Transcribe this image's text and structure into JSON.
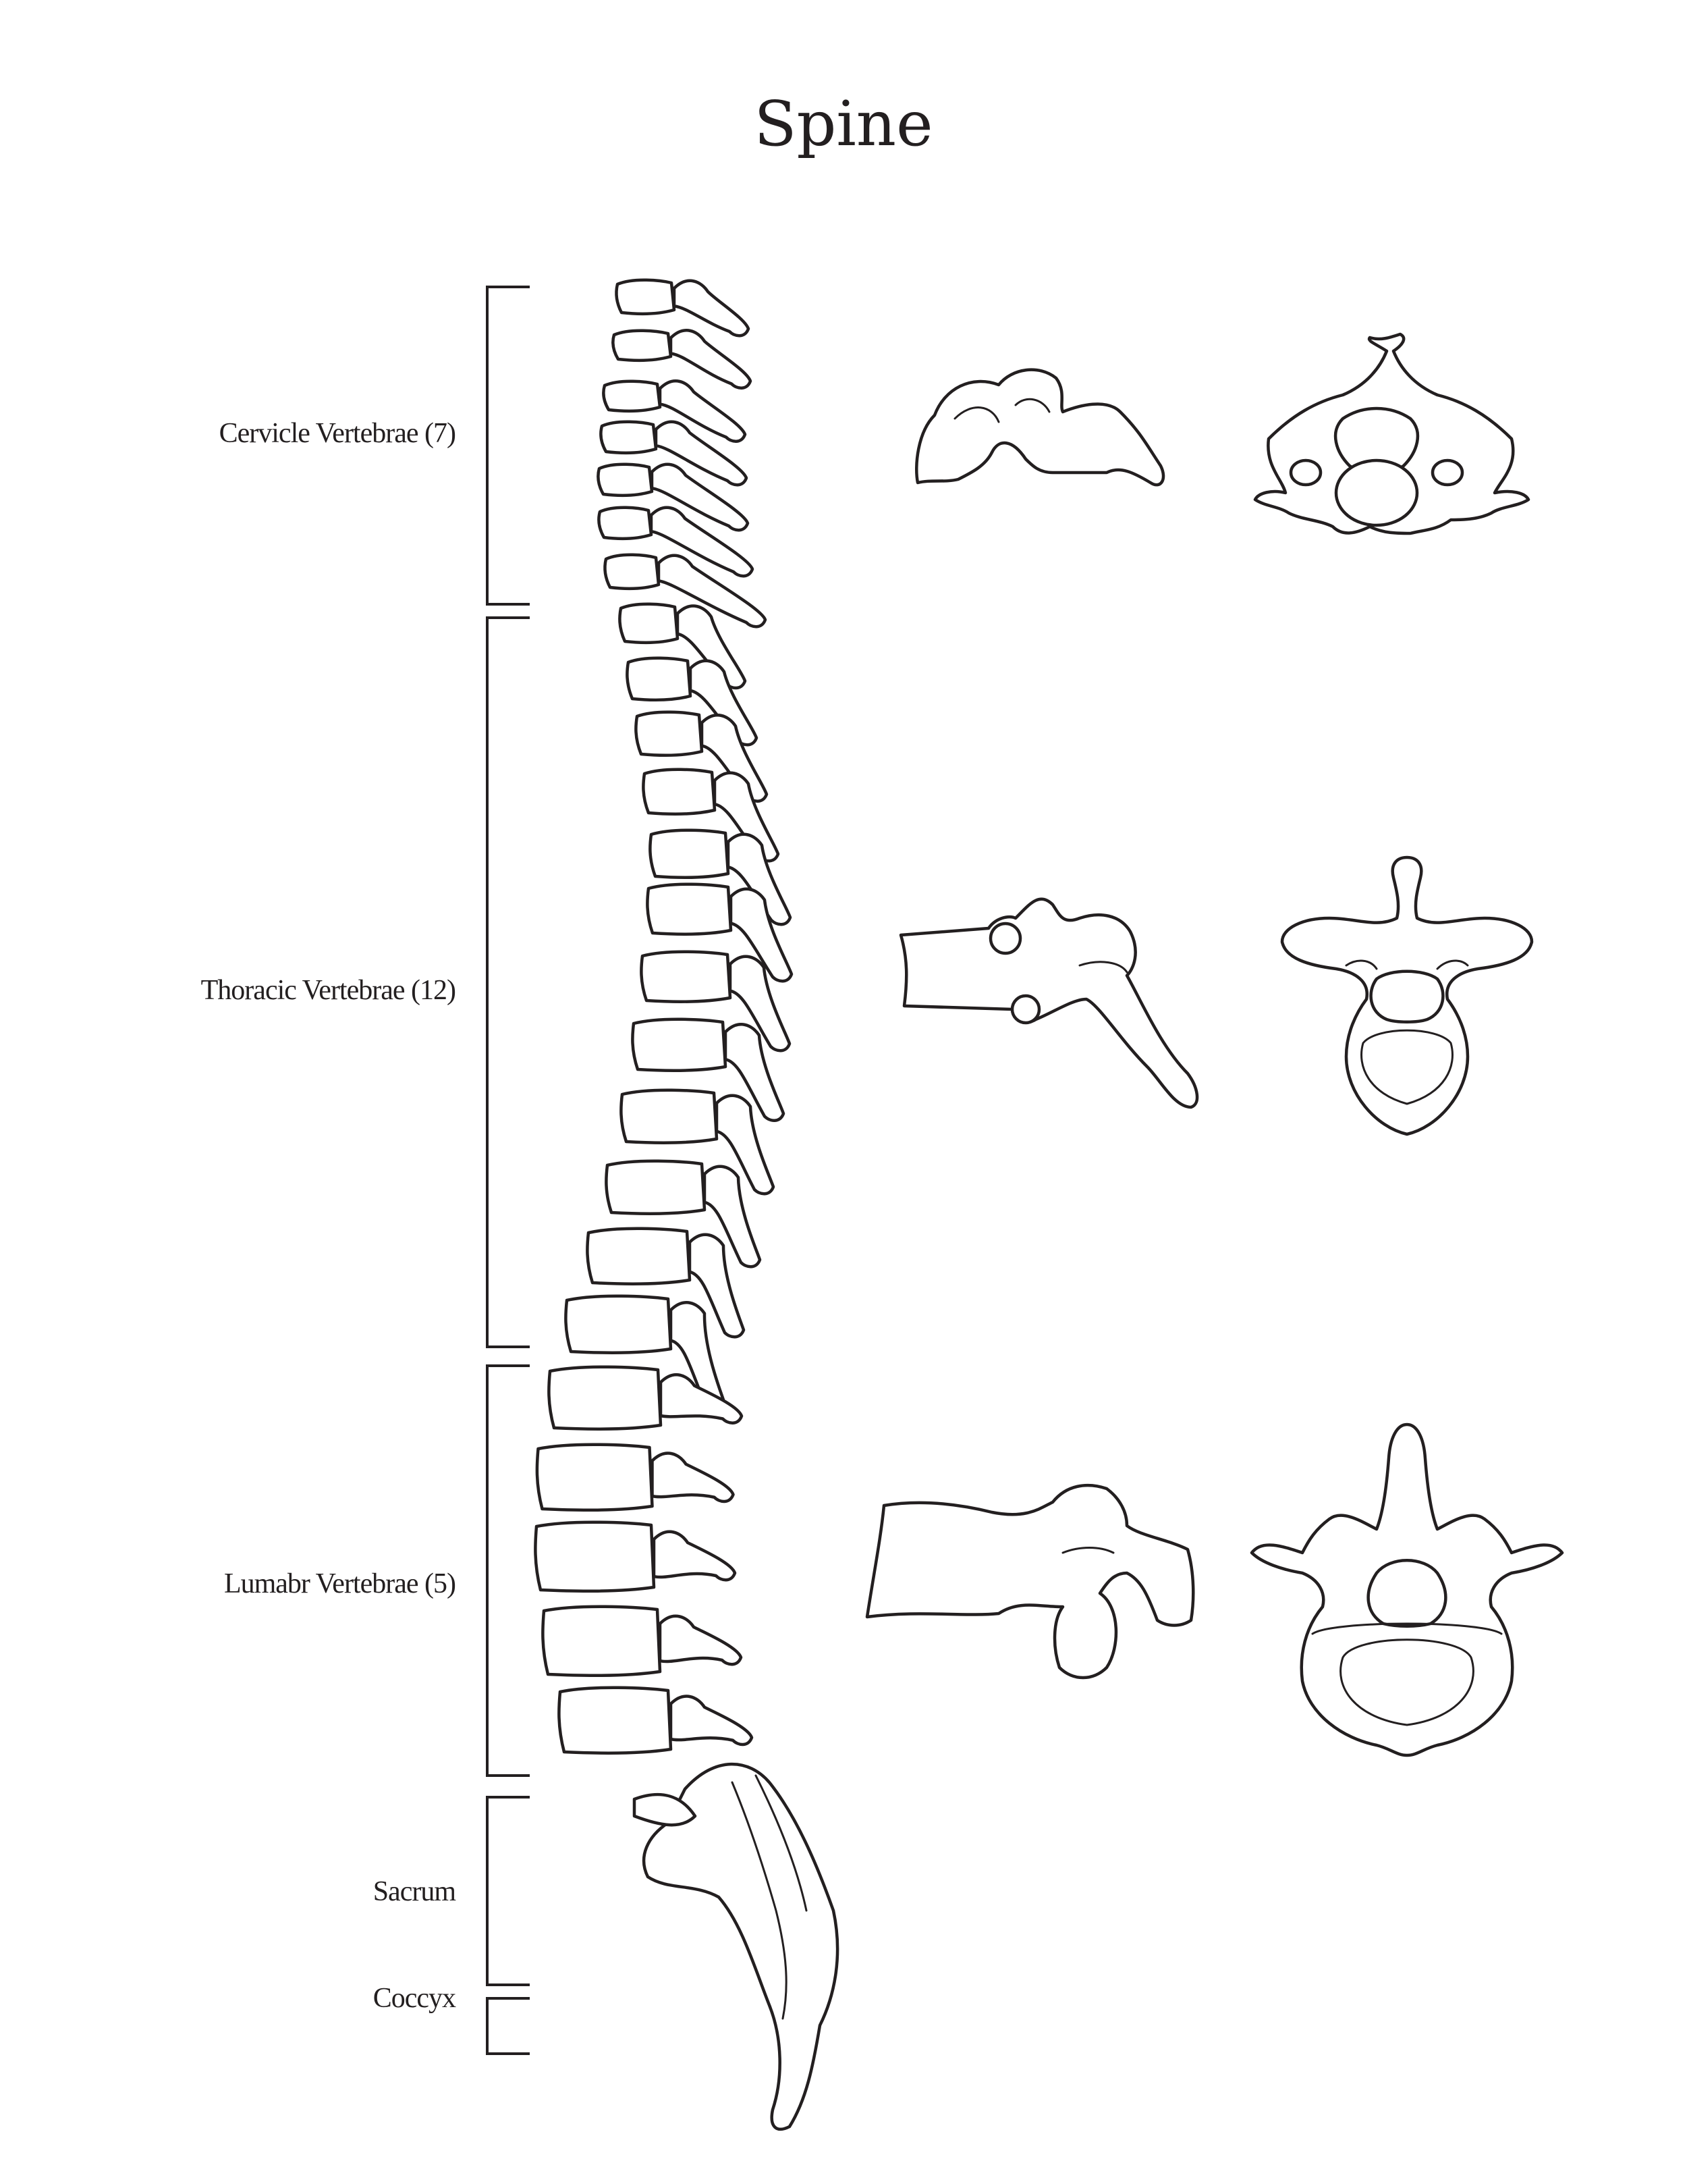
{
  "title": "Spine",
  "regions": [
    {
      "label": "Cervicle Vertebrae (7)"
    },
    {
      "label": "Thoracic Vertebrae  (12)"
    },
    {
      "label": "Lumabr Vertebrae  (5)"
    },
    {
      "label": "Sacrum"
    },
    {
      "label": "Coccyx"
    }
  ]
}
